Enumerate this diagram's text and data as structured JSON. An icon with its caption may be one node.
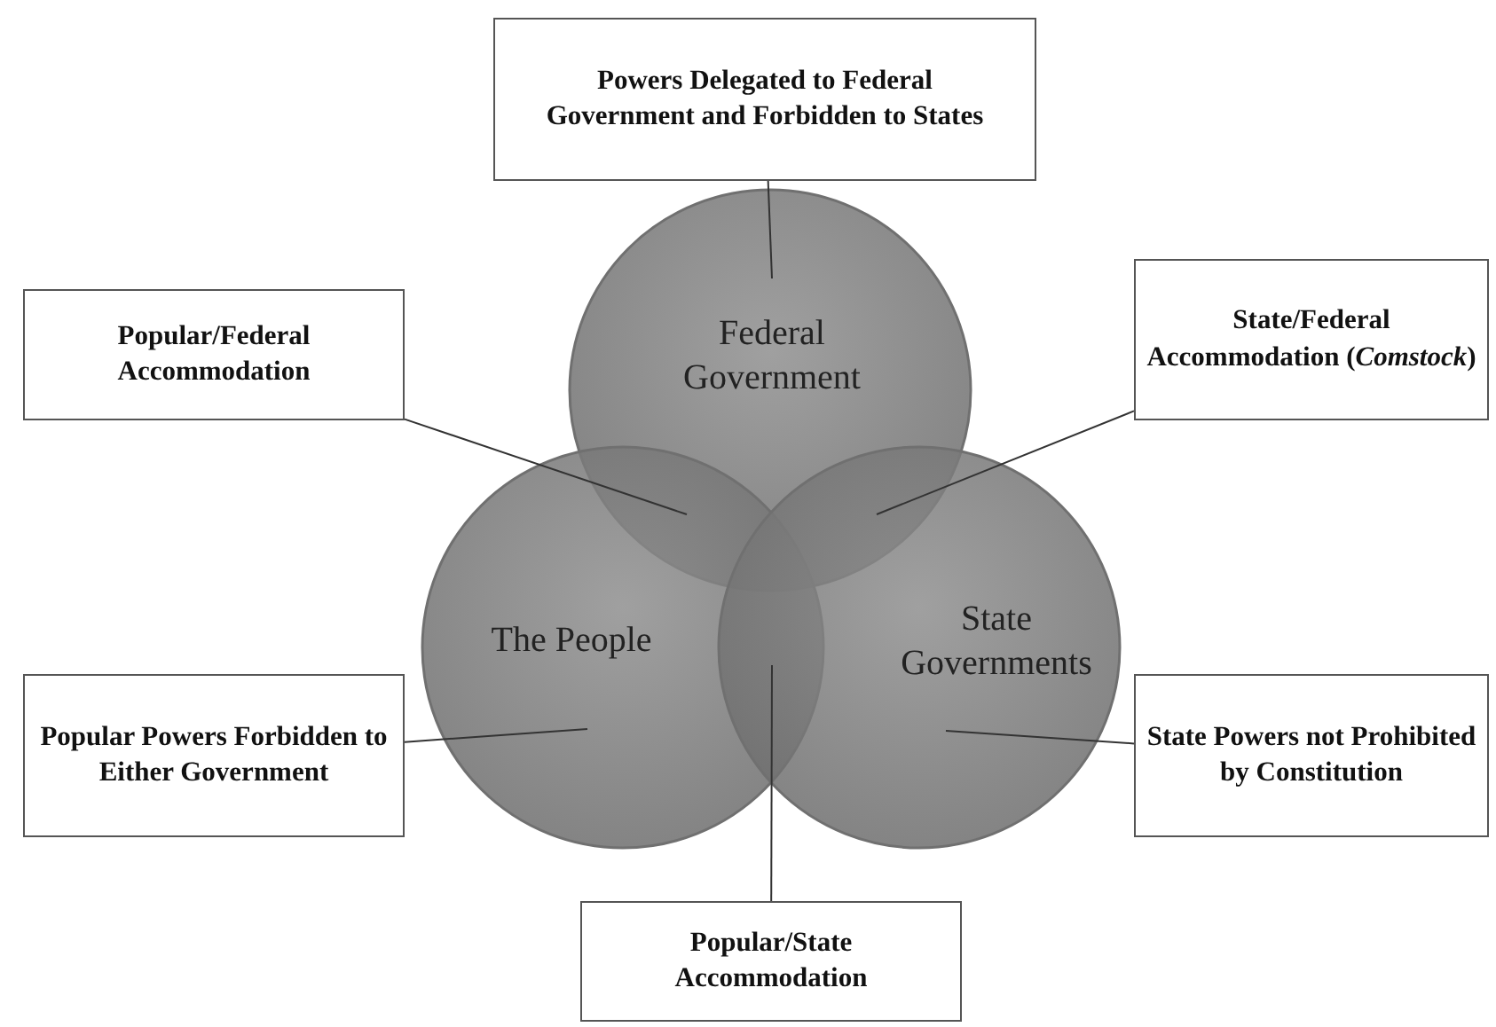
{
  "diagram": {
    "nodes": [
      {
        "text": [
          "Powers Delegated to Federal Government and Forbidden to States"
        ]
      },
      {
        "text": [
          "Federal Government"
        ]
      },
      {
        "text": [
          "Popular/Federal Accommodation"
        ]
      },
      {
        "text": [
          "State/Federal Accommodation (*Comstock*)"
        ]
      },
      {
        "text": [
          "The People"
        ]
      },
      {
        "text": [
          "State Governments"
        ]
      },
      {
        "text": [
          "Popular Powers Forbidden to Either Government"
        ]
      },
      {
        "text": [
          "State Powers not Prohibited by Constitution"
        ]
      },
      {
        "text": [
          "Popular/State Accommodation"
        ]
      }
    ],
    "edges": [
      {
        "from": 0,
        "to": 1,
        "arrow": "none"
      },
      {
        "from": 2,
        "to": 1,
        "arrow": "none"
      },
      {
        "from": 3,
        "to": 1,
        "arrow": "none"
      },
      {
        "from": 6,
        "to": 4,
        "arrow": "none"
      },
      {
        "from": 7,
        "to": 5,
        "arrow": "none"
      },
      {
        "from": 8,
        "to": 4,
        "arrow": "none"
      }
    ]
  }
}
